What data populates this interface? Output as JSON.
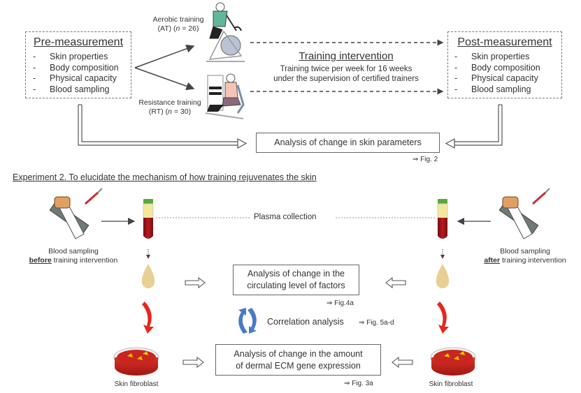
{
  "experiment1": {
    "pre_measurement": {
      "title": "Pre-measurement",
      "items": [
        "Skin properties",
        "Body composition",
        "Physical capacity",
        "Blood sampling"
      ]
    },
    "post_measurement": {
      "title": "Post-measurement",
      "items": [
        "Skin properties",
        "Body composition",
        "Physical capacity",
        "Blood sampling"
      ]
    },
    "aerobic": {
      "line1": "Aerobic training",
      "line2_prefix": "(AT) (",
      "n_label": "n",
      "line2_suffix": " = 26)"
    },
    "resistance": {
      "line1": "Resistance training",
      "line2_prefix": "(RT) (",
      "n_label": "n",
      "line2_suffix": " = 30)"
    },
    "intervention": {
      "title": "Training intervention",
      "line1": "Training twice per week for 16 weeks",
      "line2": "under the supervision of certified trainers"
    },
    "analysis_box": "Analysis of change in skin parameters",
    "analysis_ref": "⇒ Fig. 2"
  },
  "experiment2": {
    "heading": "Experiment 2. To elucidate the mechanism of how training rejuvenates the skin",
    "plasma_label": "Plasma collection",
    "before": {
      "line1": "Blood sampling",
      "emph": "before",
      "rest": " training intervention"
    },
    "after": {
      "line1": "Blood sampling",
      "emph": "after",
      "rest": " training intervention"
    },
    "factors_box": {
      "line1": "Analysis of change in the",
      "line2": "circulating level of factors"
    },
    "factors_ref": "⇒ Fig.4a",
    "correlation_label": "Correlation analysis",
    "correlation_ref": "⇒ Fig. 5a-d",
    "ecm_box": {
      "line1": "Analysis of change in the amount",
      "line2": "of dermal ECM gene expression"
    },
    "ecm_ref": "⇒ Fig. 3a",
    "fibroblast_left": "Skin fibroblast",
    "fibroblast_right": "Skin fibroblast"
  },
  "colors": {
    "blood": "#a8141c",
    "plasma": "#f2e89a",
    "tube_cap": "#5aa83c",
    "droplet": "#e8cf94",
    "red_arrow": "#e8251e",
    "cycle_arrow": "#4a7cc4",
    "dish": "#c8261e",
    "shirt_at": "#5fb89a",
    "shirt_rt": "#f4c4b4"
  }
}
